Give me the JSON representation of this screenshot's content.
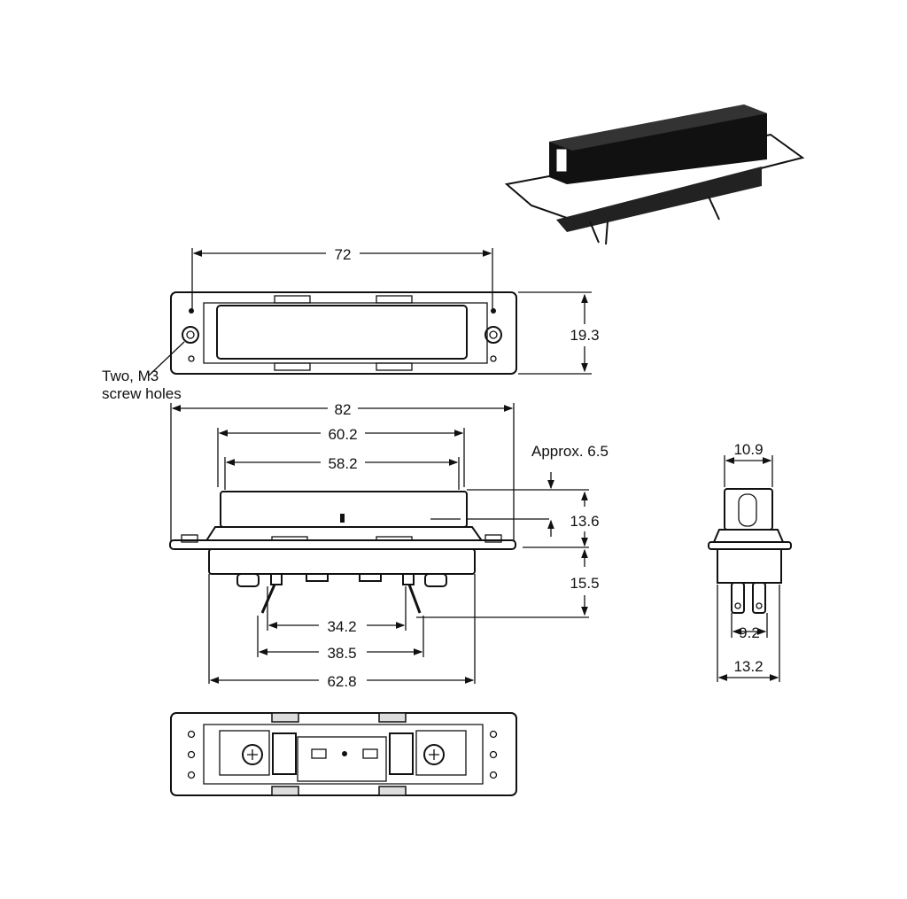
{
  "top_view": {
    "width_dim": "72",
    "height_dim": "19.3",
    "note_line1": "Two, M3",
    "note_line2": "screw holes"
  },
  "front_view": {
    "overall_dim": "82",
    "housing_outer_dim": "60.2",
    "housing_inner_dim": "58.2",
    "approx_label": "Approx. 6.5",
    "housing_height_dim": "13.6",
    "lower_height_dim": "15.5",
    "pin_inner_dim": "34.2",
    "pin_outer_dim": "38.5",
    "body_width_dim": "62.8"
  },
  "side_view": {
    "top_width_dim": "10.9",
    "pin_dim": "9.2",
    "bottom_width_dim": "13.2"
  },
  "colors": {
    "line": "#111111",
    "background": "#ffffff"
  }
}
